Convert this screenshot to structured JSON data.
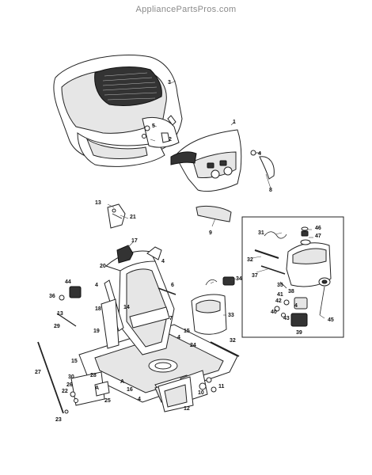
{
  "watermark": "AppliancePartsPros.com",
  "callouts": [
    {
      "id": "c1",
      "text": "1"
    },
    {
      "id": "c2",
      "text": "2"
    },
    {
      "id": "c3",
      "text": "3"
    },
    {
      "id": "c4a",
      "text": "4"
    },
    {
      "id": "c4b",
      "text": "4"
    },
    {
      "id": "c4c",
      "text": "4"
    },
    {
      "id": "c4d",
      "text": "4"
    },
    {
      "id": "c4e",
      "text": "4"
    },
    {
      "id": "c4f",
      "text": "4"
    },
    {
      "id": "c5",
      "text": "5"
    },
    {
      "id": "c6",
      "text": "6"
    },
    {
      "id": "c7",
      "text": "7"
    },
    {
      "id": "c8",
      "text": "8"
    },
    {
      "id": "c9",
      "text": "9"
    },
    {
      "id": "c10",
      "text": "10"
    },
    {
      "id": "c11",
      "text": "11"
    },
    {
      "id": "c12",
      "text": "12"
    },
    {
      "id": "c13a",
      "text": "13"
    },
    {
      "id": "c13b",
      "text": "13"
    },
    {
      "id": "c14",
      "text": "14"
    },
    {
      "id": "c15a",
      "text": "15"
    },
    {
      "id": "c15b",
      "text": "15"
    },
    {
      "id": "c16",
      "text": "16"
    },
    {
      "id": "c17",
      "text": "17"
    },
    {
      "id": "c18",
      "text": "18"
    },
    {
      "id": "c19",
      "text": "19"
    },
    {
      "id": "c20",
      "text": "20"
    },
    {
      "id": "c21",
      "text": "21"
    },
    {
      "id": "c22",
      "text": "22"
    },
    {
      "id": "c23",
      "text": "23"
    },
    {
      "id": "c24",
      "text": "24"
    },
    {
      "id": "c25",
      "text": "25"
    },
    {
      "id": "c26",
      "text": "26"
    },
    {
      "id": "c27",
      "text": "27"
    },
    {
      "id": "c28",
      "text": "28"
    },
    {
      "id": "c29",
      "text": "29"
    },
    {
      "id": "c30",
      "text": "30"
    },
    {
      "id": "c31",
      "text": "31"
    },
    {
      "id": "c32a",
      "text": "32"
    },
    {
      "id": "c32b",
      "text": "32"
    },
    {
      "id": "c33",
      "text": "33"
    },
    {
      "id": "c34",
      "text": "34"
    },
    {
      "id": "c35",
      "text": "35"
    },
    {
      "id": "c36",
      "text": "36"
    },
    {
      "id": "c37",
      "text": "37"
    },
    {
      "id": "c38",
      "text": "38"
    },
    {
      "id": "c39",
      "text": "39"
    },
    {
      "id": "c40",
      "text": "40"
    },
    {
      "id": "c41",
      "text": "41"
    },
    {
      "id": "c42",
      "text": "42"
    },
    {
      "id": "c43",
      "text": "43"
    },
    {
      "id": "c44",
      "text": "44"
    },
    {
      "id": "c45",
      "text": "45"
    },
    {
      "id": "c46",
      "text": "46"
    },
    {
      "id": "c47",
      "text": "47"
    },
    {
      "id": "cAa",
      "text": "A"
    },
    {
      "id": "cAb",
      "text": "A"
    }
  ]
}
